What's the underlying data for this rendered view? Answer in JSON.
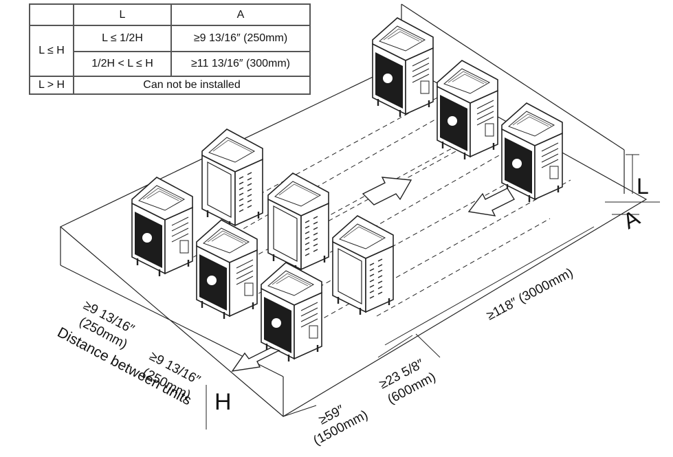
{
  "table": {
    "header": {
      "corner": "",
      "col_l": "L",
      "col_a": "A"
    },
    "row_group_le": "L ≤ H",
    "row1": {
      "l": "L ≤ 1/2H",
      "a": "≥9 13/16″ (250mm)"
    },
    "row2": {
      "l": "1/2H < L ≤ H",
      "a": "≥11 13/16″ (300mm)"
    },
    "row_gt": {
      "label": "L > H",
      "text": "Can not be installed"
    }
  },
  "dimensions": {
    "gap1": {
      "inch": "≥9 13/16″",
      "mm": "(250mm)"
    },
    "gap2": {
      "inch": "≥9 13/16″",
      "mm": "(250mm)"
    },
    "distance_between_units": "Distance between units",
    "front": {
      "inch": "≥59″",
      "mm": "(1500mm)"
    },
    "depth": {
      "inch": "≥23 5/8″",
      "mm": "(600mm)"
    },
    "length": "≥118″ (3000mm)",
    "h": "H",
    "l": "L",
    "a": "A"
  },
  "colors": {
    "line": "#222222",
    "grille": "#1c1c1c",
    "background": "#ffffff"
  }
}
